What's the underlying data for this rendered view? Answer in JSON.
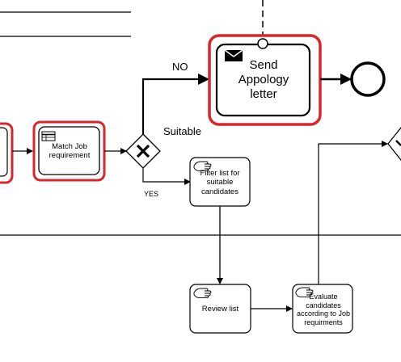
{
  "diagram": {
    "tasks": {
      "match_job": {
        "label": "Match Job requirement"
      },
      "send_apology": {
        "label": "Send Appology letter"
      },
      "filter_list": {
        "label": "Filter list for suitable candidates"
      },
      "review_list": {
        "label": "Review list"
      },
      "evaluate": {
        "label": "Evaluate candidates according to Job requirments"
      }
    },
    "gateway_labels": {
      "no": "NO",
      "suitable": "Suitable",
      "yes": "YES"
    },
    "colors": {
      "highlight": "#d9252c",
      "stroke": "#000000"
    }
  }
}
